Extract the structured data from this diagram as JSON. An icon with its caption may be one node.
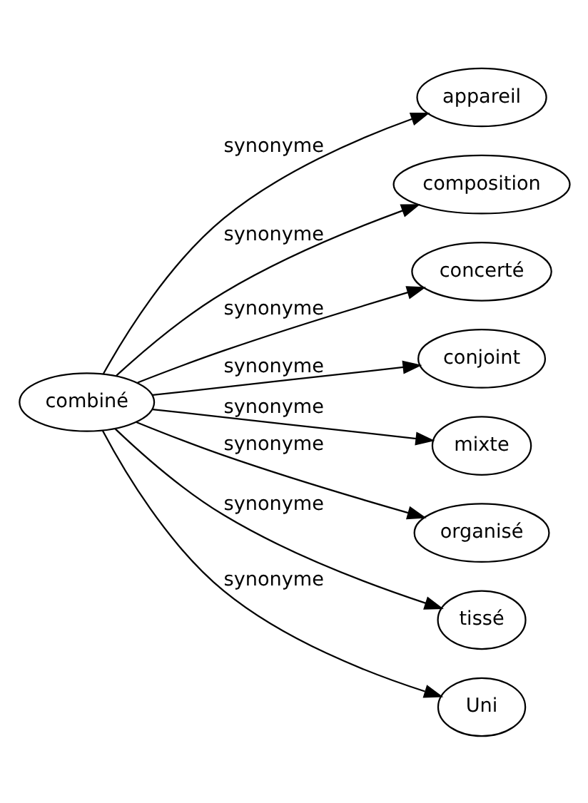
{
  "diagram": {
    "nodes": [
      {
        "text": [
          "combiné"
        ]
      },
      {
        "text": [
          "appareil"
        ]
      },
      {
        "text": [
          "composition"
        ]
      },
      {
        "text": [
          "concerté"
        ]
      },
      {
        "text": [
          "conjoint"
        ]
      },
      {
        "text": [
          "mixte"
        ]
      },
      {
        "text": [
          "organisé"
        ]
      },
      {
        "text": [
          "tissé"
        ]
      },
      {
        "text": [
          "Uni"
        ]
      }
    ],
    "edges": [
      {
        "from": 0,
        "to": 1,
        "arrow": "to",
        "label": "synonyme"
      },
      {
        "from": 0,
        "to": 2,
        "arrow": "to",
        "label": "synonyme"
      },
      {
        "from": 0,
        "to": 3,
        "arrow": "to",
        "label": "synonyme"
      },
      {
        "from": 0,
        "to": 4,
        "arrow": "to",
        "label": "synonyme"
      },
      {
        "from": 0,
        "to": 5,
        "arrow": "to",
        "label": "synonyme"
      },
      {
        "from": 0,
        "to": 6,
        "arrow": "to",
        "label": "synonyme"
      },
      {
        "from": 0,
        "to": 7,
        "arrow": "to",
        "label": "synonyme"
      },
      {
        "from": 0,
        "to": 8,
        "arrow": "to",
        "label": "synonyme"
      }
    ]
  }
}
